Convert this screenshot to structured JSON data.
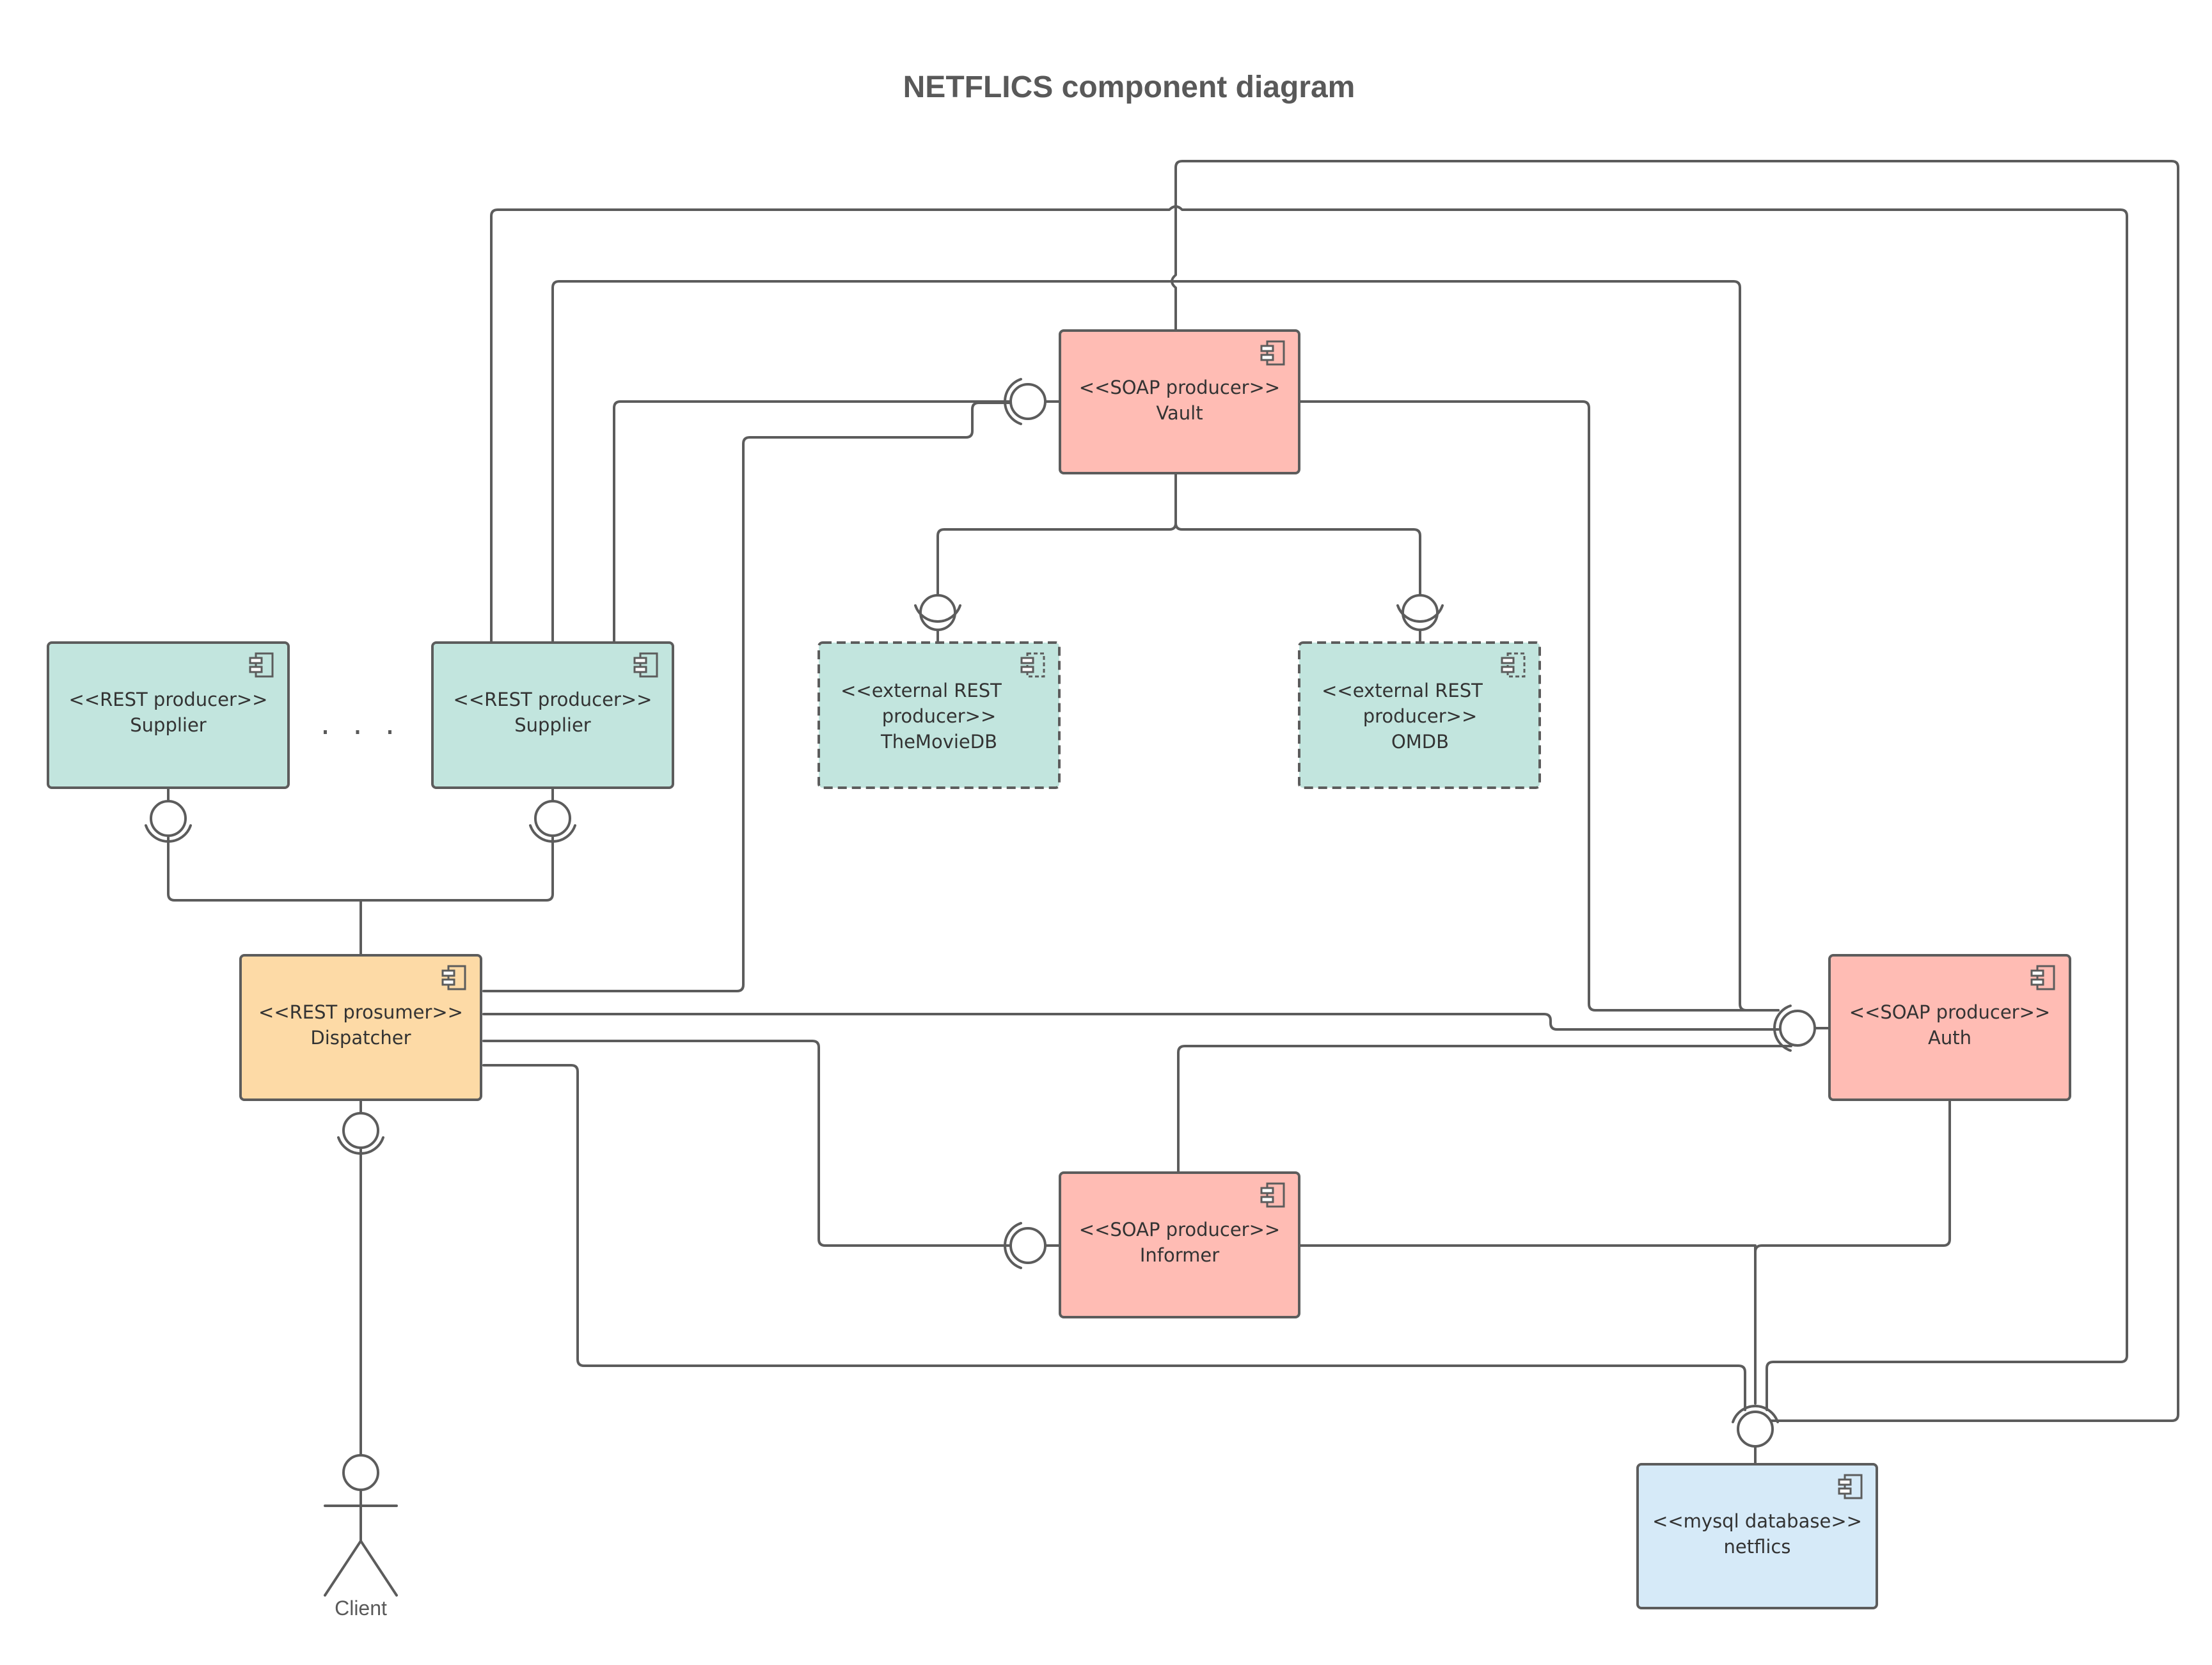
{
  "title": "NETFLICS component diagram",
  "ellipsis": ". . .",
  "colors": {
    "rest_producer": "#c2e5de",
    "soap_producer": "#ffbcb4",
    "prosumer": "#fddaa6",
    "database": "#d6eaf8",
    "line": "#5c5c5c"
  },
  "components": {
    "supplier_1": {
      "stereotype": "<<REST producer>>",
      "name": "Supplier"
    },
    "supplier_2": {
      "stereotype": "<<REST producer>>",
      "name": "Supplier"
    },
    "vault": {
      "stereotype": "<<SOAP producer>>",
      "name": "Vault"
    },
    "themoviedb": {
      "stereotype_line1": "<<external REST",
      "stereotype_line2": "producer>>",
      "name": "TheMovieDB"
    },
    "omdb": {
      "stereotype_line1": "<<external REST",
      "stereotype_line2": "producer>>",
      "name": "OMDB"
    },
    "dispatcher": {
      "stereotype": "<<REST prosumer>>",
      "name": "Dispatcher"
    },
    "auth": {
      "stereotype": "<<SOAP producer>>",
      "name": "Auth"
    },
    "informer": {
      "stereotype": "<<SOAP producer>>",
      "name": "Informer"
    },
    "netflics_db": {
      "stereotype": "<<mysql database>>",
      "name": "netflics"
    }
  },
  "actor": {
    "name": "Client"
  }
}
